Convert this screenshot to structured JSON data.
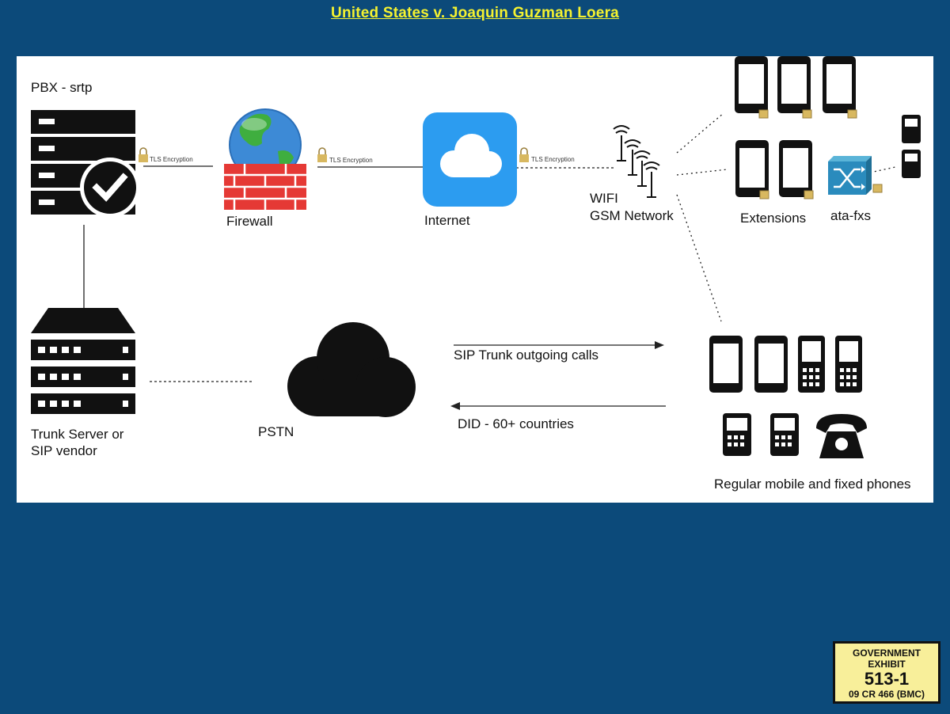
{
  "header": {
    "title": "United States v. Joaquin Guzman Loera"
  },
  "diagram": {
    "pbx_label": "PBX - srtp",
    "firewall_label": "Firewall",
    "internet_label": "Internet",
    "wifi_label": "WIFI",
    "gsm_label": "GSM Network",
    "extensions_label": "Extensions",
    "ata_label": "ata-fxs",
    "trunk_label_1": "Trunk Server or",
    "trunk_label_2": "SIP vendor",
    "pstn_label": "PSTN",
    "sip_trunk_label": "SIP Trunk outgoing calls",
    "did_label": "DID - 60+ countries",
    "phones_label": "Regular mobile and fixed phones",
    "tls_label": "TLS Encryption"
  },
  "exhibit": {
    "line1": "GOVERNMENT",
    "line2": "EXHIBIT",
    "number": "513-1",
    "case": "09 CR 466 (BMC)"
  },
  "colors": {
    "background": "#0c4a7a",
    "title": "#f4f230",
    "firewall": "#e53935",
    "cloud_app": "#2c9cf0",
    "exhibit_label": "#f8ef9a"
  }
}
